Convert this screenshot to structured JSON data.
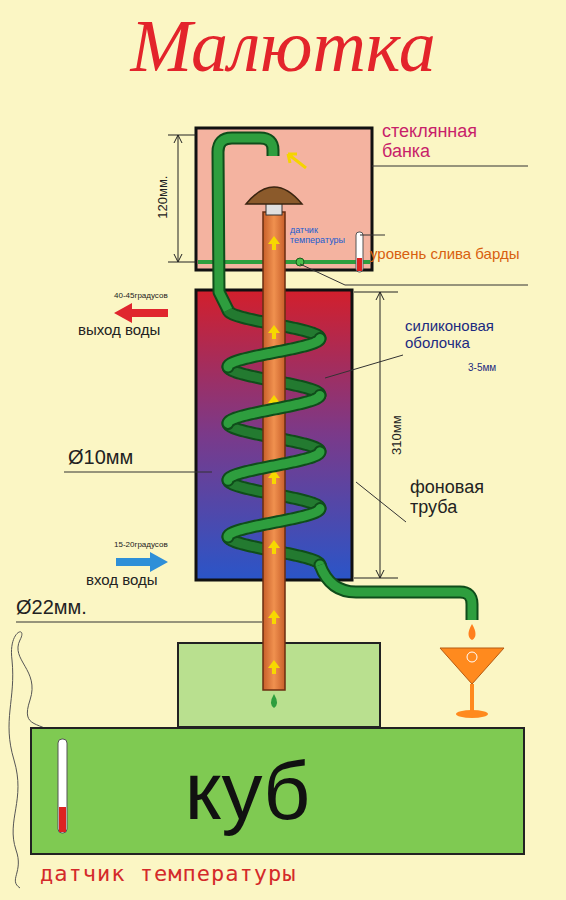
{
  "diagram": {
    "title": "Малютка",
    "nodes": [
      {
        "text": [
          "куб"
        ]
      }
    ],
    "labels": [
      "стеклянная банка",
      "120мм.",
      "датчик температуры",
      "уровень слива барды",
      "40-45градусов",
      "выход воды",
      "силиконовая оболочка",
      "3-5мм",
      "310мм",
      "Ø10мм",
      "фоновая труба",
      "15-20градусов",
      "вход воды",
      "Ø22мм.",
      "датчик температуры"
    ]
  }
}
